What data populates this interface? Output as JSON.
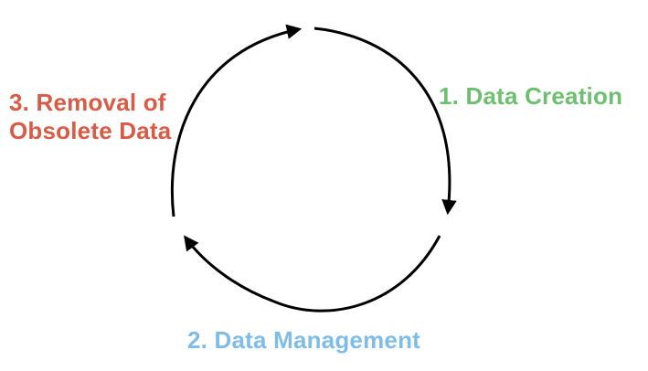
{
  "diagram": {
    "type": "cycle",
    "stages": [
      {
        "label": "1. Data Creation",
        "lines": [
          "1. Data Creation"
        ],
        "color": "#6cc070"
      },
      {
        "label": "2. Data Management",
        "lines": [
          "2. Data Management"
        ],
        "color": "#7fbde8"
      },
      {
        "label": "3. Removal of Obsolete Data",
        "lines": [
          "3. Removal of",
          "Obsolete Data"
        ],
        "color": "#d95b45"
      }
    ],
    "arrow_color": "#000000",
    "flow": "clockwise"
  }
}
